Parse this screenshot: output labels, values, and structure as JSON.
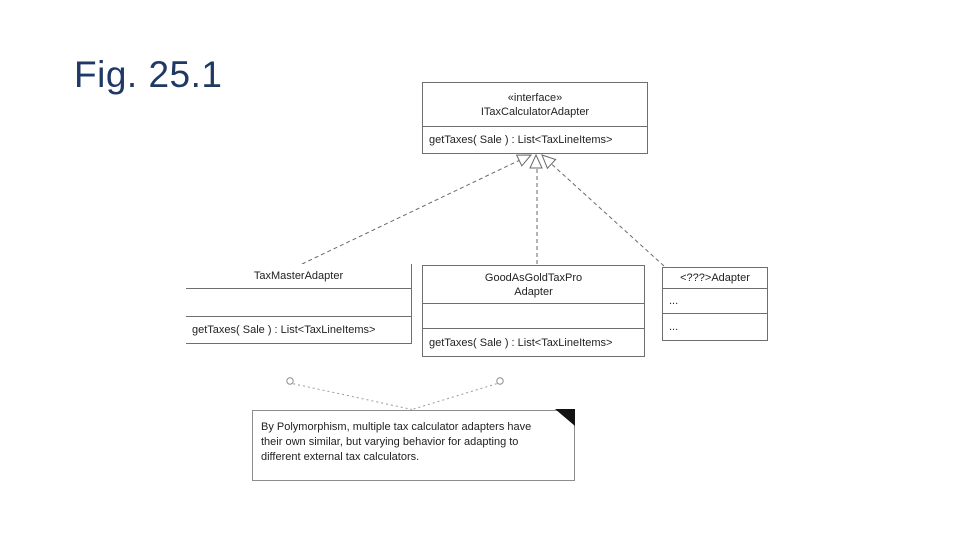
{
  "slide": {
    "title": "Fig. 25.1"
  },
  "colors": {
    "title_text": "#1f3864",
    "diagram_line": "#6f6f6f",
    "diagram_text": "#222222",
    "note_fold": "#131313"
  },
  "interface_box": {
    "stereotype": "«interface»",
    "name": "ITaxCalculatorAdapter",
    "operation": "getTaxes( Sale ) : List<TaxLineItems>"
  },
  "class_left": {
    "name": "TaxMasterAdapter",
    "attributes": "",
    "operation": "getTaxes( Sale ) : List<TaxLineItems>"
  },
  "class_middle": {
    "name_line1": "GoodAsGoldTaxPro",
    "name_line2": "Adapter",
    "attributes": "",
    "operation": "getTaxes( Sale ) : List<TaxLineItems>"
  },
  "class_right": {
    "name": "<???>Adapter",
    "attribute_placeholder": "...",
    "operation_placeholder": "..."
  },
  "note": {
    "line1": "By Polymorphism, multiple tax calculator adapters have",
    "line2": "their own similar, but varying behavior for adapting to",
    "line3": "different external tax calculators."
  }
}
